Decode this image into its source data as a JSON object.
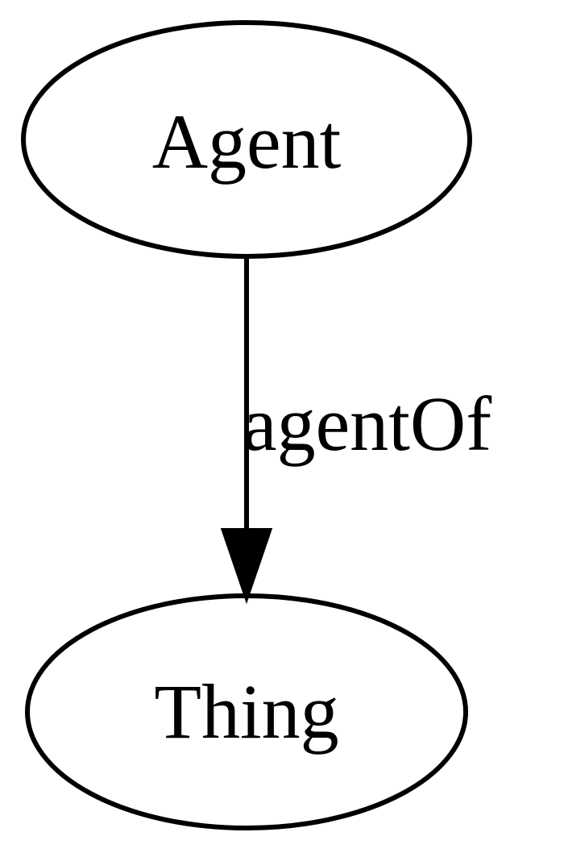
{
  "diagram": {
    "nodes": [
      {
        "id": "agent",
        "label": "Agent"
      },
      {
        "id": "thing",
        "label": "Thing"
      }
    ],
    "edges": [
      {
        "from": "agent",
        "to": "thing",
        "label": "agentOf"
      }
    ]
  }
}
